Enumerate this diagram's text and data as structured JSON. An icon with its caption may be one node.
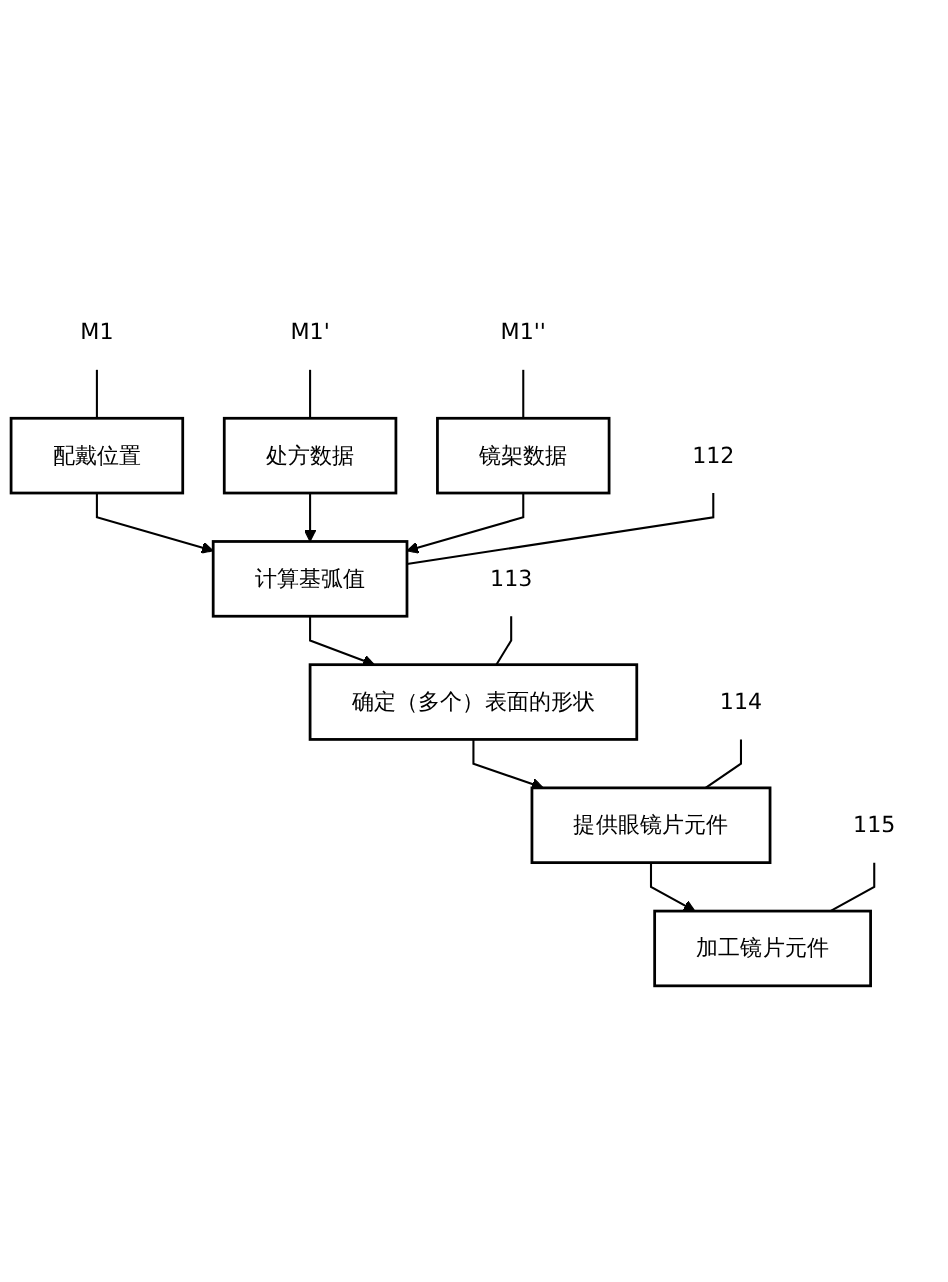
{
  "diagram": {
    "nodes": [
      {
        "text": [
          "M1"
        ]
      },
      {
        "text": [
          "M1'"
        ]
      },
      {
        "text": [
          "M1''"
        ]
      },
      {
        "text": [
          "配戴位置"
        ]
      },
      {
        "text": [
          "处方数据"
        ]
      },
      {
        "text": [
          "镜架数据"
        ]
      },
      {
        "text": [
          "112"
        ]
      },
      {
        "text": [
          "计算基弧值"
        ]
      },
      {
        "text": [
          "113"
        ]
      },
      {
        "text": [
          "确定（多个）表面的形状"
        ]
      },
      {
        "text": [
          "114"
        ]
      },
      {
        "text": [
          "提供眼镜片元件"
        ]
      },
      {
        "text": [
          "115"
        ]
      },
      {
        "text": [
          "加工镜片元件"
        ]
      }
    ],
    "edges": [
      {
        "from": 0,
        "to": 3,
        "arrow": "none"
      },
      {
        "from": 1,
        "to": 4,
        "arrow": "none"
      },
      {
        "from": 2,
        "to": 5,
        "arrow": "none"
      },
      {
        "from": 3,
        "to": 7,
        "arrow": "to"
      },
      {
        "from": 4,
        "to": 7,
        "arrow": "to"
      },
      {
        "from": 5,
        "to": 7,
        "arrow": "to"
      },
      {
        "from": 6,
        "to": 7,
        "arrow": "none"
      },
      {
        "from": 7,
        "to": 9,
        "arrow": "to"
      },
      {
        "from": 8,
        "to": 9,
        "arrow": "none"
      },
      {
        "from": 9,
        "to": 11,
        "arrow": "to"
      },
      {
        "from": 10,
        "to": 11,
        "arrow": "none"
      },
      {
        "from": 11,
        "to": 13,
        "arrow": "to"
      },
      {
        "from": 12,
        "to": 13,
        "arrow": "none"
      }
    ]
  }
}
